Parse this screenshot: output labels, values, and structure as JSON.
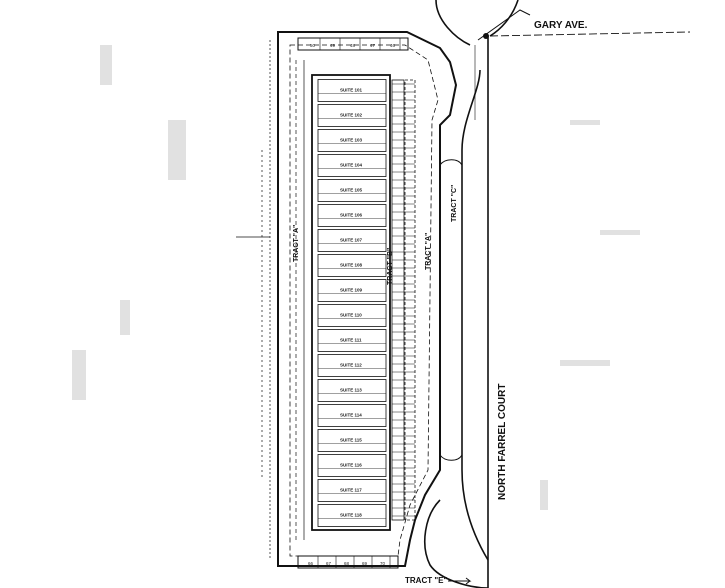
{
  "streets": {
    "gary_ave": "GARY AVE.",
    "north_farrel_court": "NORTH FARREL COURT"
  },
  "tracts": {
    "a_west": "TRACT \"A\"",
    "b": "TRACT \"B\"",
    "a_east": "TRACT \"A\"",
    "c": "TRACT \"C\"",
    "e": "TRACT \"E\""
  },
  "suites": [
    "SUITE 101",
    "SUITE 102",
    "SUITE 103",
    "SUITE 104",
    "SUITE 105",
    "SUITE 106",
    "SUITE 107",
    "SUITE 108",
    "SUITE 109",
    "SUITE 110",
    "SUITE 111",
    "SUITE 112",
    "SUITE 113",
    "SUITE 114",
    "SUITE 115",
    "SUITE 116",
    "SUITE 117",
    "SUITE 118"
  ],
  "top_parking_numbers": [
    "50",
    "49",
    "48",
    "47",
    "46"
  ],
  "bottom_parking_numbers": [
    "66",
    "67",
    "68",
    "69",
    "70"
  ],
  "colors": {
    "ink": "#111111",
    "ghost": "#c9c9c9",
    "paper": "#ffffff"
  }
}
